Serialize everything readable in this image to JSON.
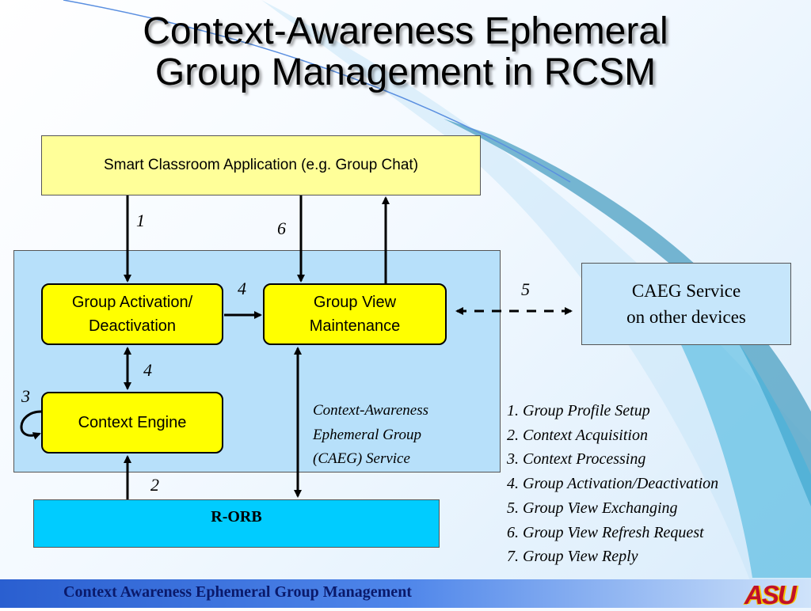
{
  "title": {
    "line1": "Context-Awareness Ephemeral",
    "line2": "Group Management in RCSM"
  },
  "diagram": {
    "app": "Smart Classroom Application (e.g. Group Chat)",
    "group_activation": {
      "line1": "Group Activation/",
      "line2": "Deactivation"
    },
    "group_view": {
      "line1": "Group View",
      "line2": "Maintenance"
    },
    "context_engine": "Context Engine",
    "caeg_other": {
      "line1": "CAEG Service",
      "line2": "on other devices"
    },
    "rorb": "R-ORB",
    "caeg_label": {
      "line1": "Context-Awareness",
      "line2": "Ephemeral Group",
      "line3": "(CAEG) Service"
    },
    "step_labels": {
      "app_to_activation": "1",
      "view_refresh": "6",
      "activation_to_view": "4",
      "exchange": "5",
      "activation_engine": "4",
      "engine_self": "3",
      "orb_to_engine": "2"
    }
  },
  "legend": [
    "1. Group Profile Setup",
    "2. Context Acquisition",
    "3. Context Processing",
    "4. Group Activation/Deactivation",
    "5. Group View Exchanging",
    "6. Group View Refresh Request",
    "7. Group View Reply"
  ],
  "footer": {
    "text": "Context Awareness Ephemeral Group Management",
    "logo": "ASU"
  },
  "colors": {
    "node_fill": "#ffff00",
    "app_fill": "#ffff99",
    "caeg_area": "#b7e0fa",
    "orb_fill": "#00ccff",
    "footer_blue": "#2a5fd0"
  }
}
